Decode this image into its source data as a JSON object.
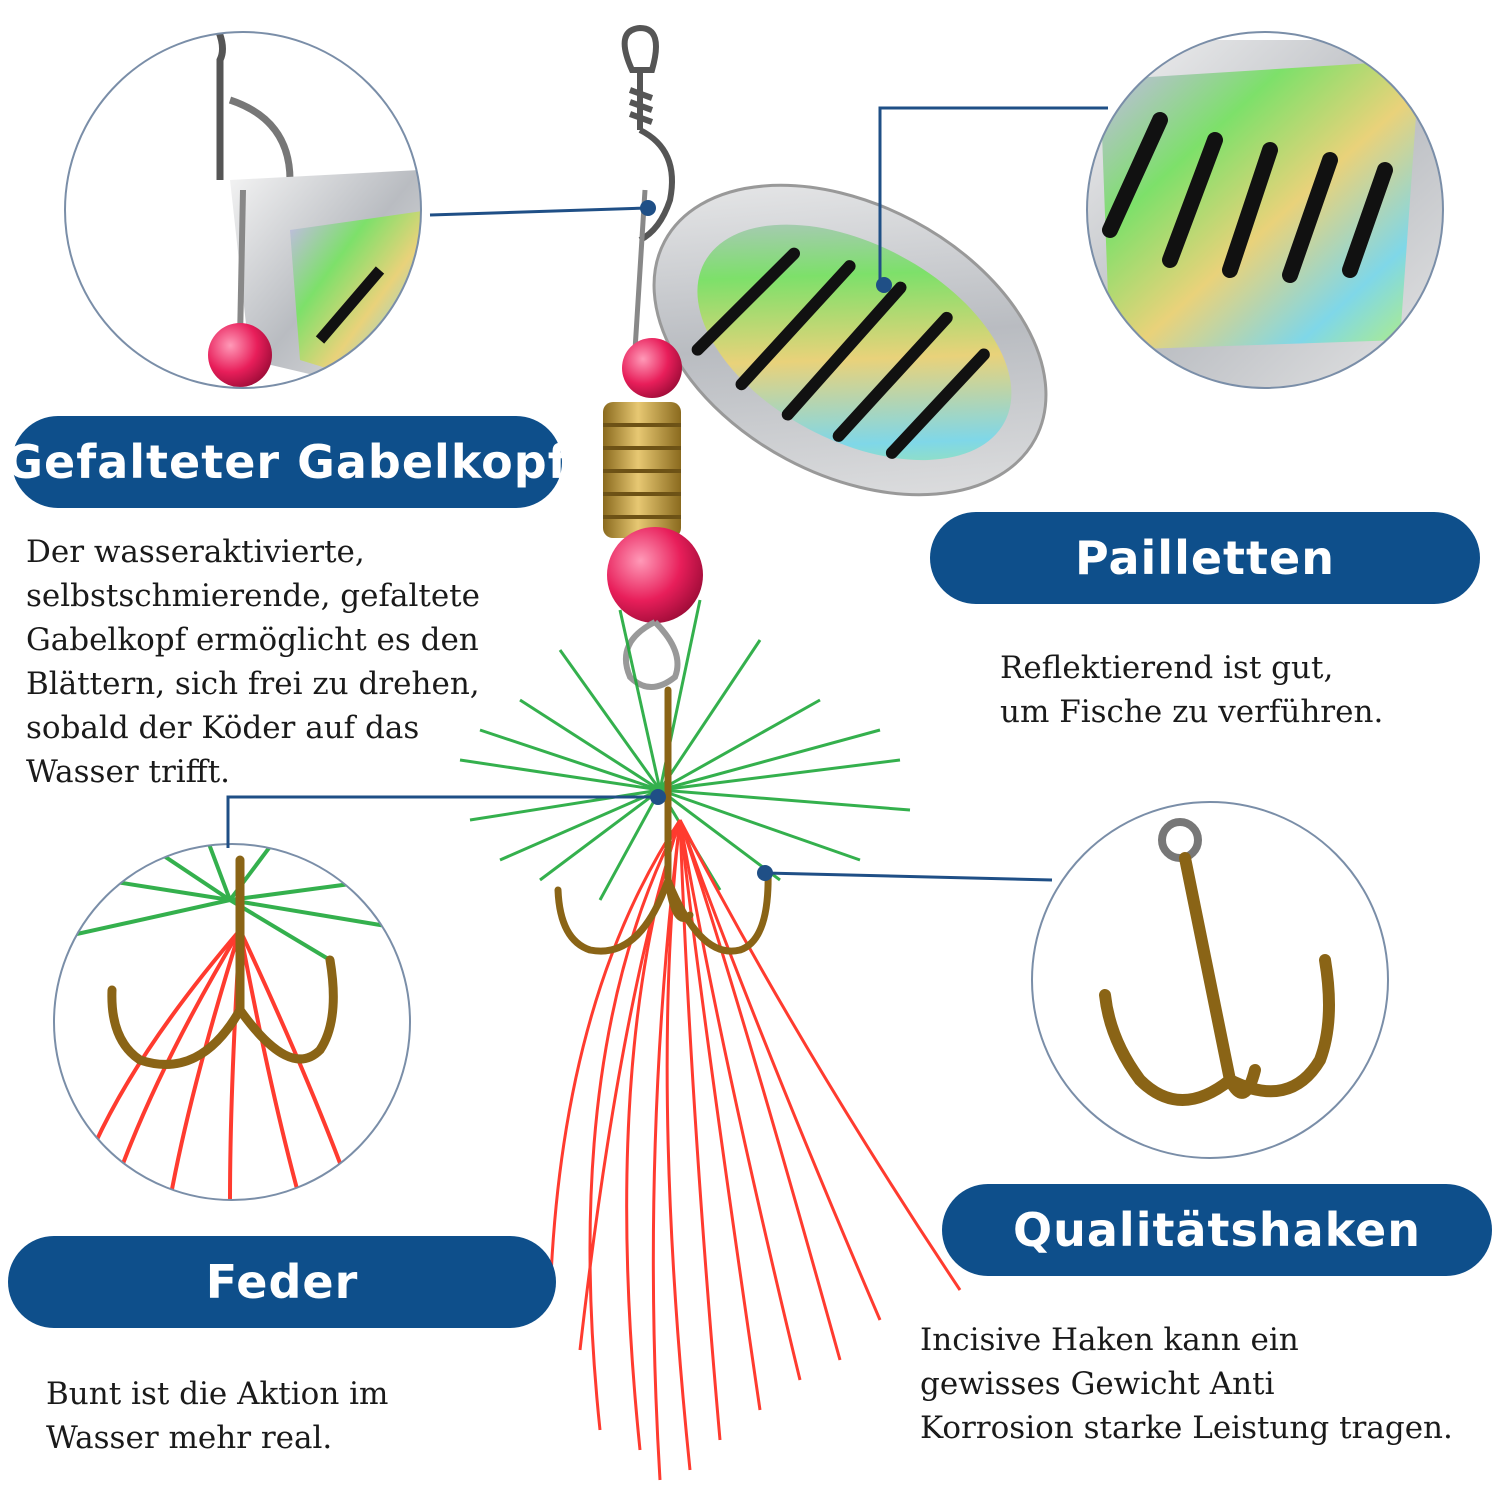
{
  "callouts": {
    "clevis": {
      "title": "Gefalteter Gabelkopf",
      "lines": [
        "Der wasseraktivierte,",
        "selbstschmierende, gefaltete",
        "Gabelkopf ermöglicht es den",
        "Blättern, sich frei zu drehen,",
        "sobald der Köder auf das",
        "Wasser trifft."
      ]
    },
    "sequins": {
      "title": "Pailletten",
      "lines": [
        "Reflektierend ist gut,",
        "um Fische zu verführen."
      ]
    },
    "feather": {
      "title": "Feder",
      "lines": [
        "Bunt ist die Aktion im",
        "Wasser mehr real."
      ]
    },
    "hook": {
      "title": "Qualitätshaken",
      "lines": [
        "Incisive Haken kann ein",
        "gewisses Gewicht Anti",
        "Korrosion starke Leistung tragen."
      ]
    }
  },
  "colors": {
    "label_bg": "#0e4f8b",
    "label_text": "#ffffff",
    "body_text": "#1a1a1a",
    "connector": "#1f4f86",
    "feather_green": "#1fa83a",
    "feather_red": "#ff3b2f",
    "bead_pink": "#e81e5a",
    "brass": "#c8a24a"
  }
}
